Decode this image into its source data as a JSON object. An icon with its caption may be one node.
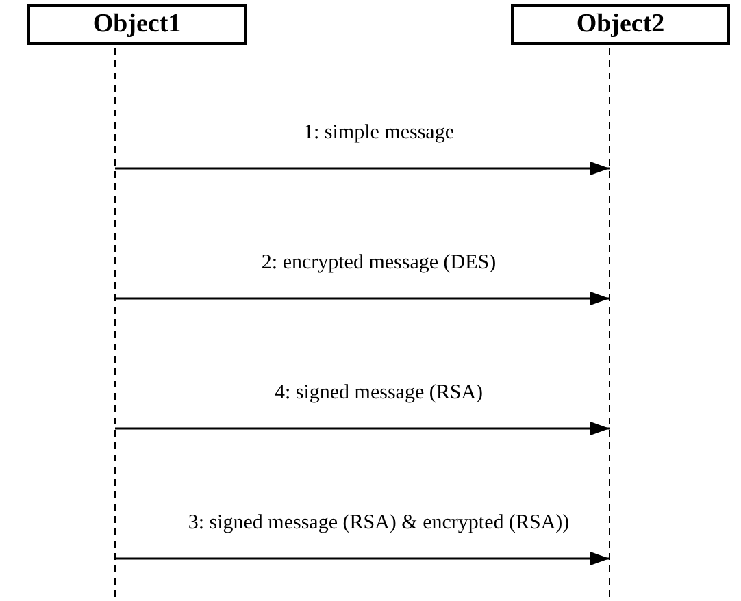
{
  "diagram": {
    "nodes": [
      {
        "text": [
          "Object1"
        ]
      },
      {
        "text": [
          "Object2"
        ]
      }
    ],
    "edges": [
      {
        "from": 0,
        "to": 1,
        "arrow": "to",
        "label": "1: simple message"
      },
      {
        "from": 0,
        "to": 1,
        "arrow": "to",
        "label": "2: encrypted message (DES)"
      },
      {
        "from": 0,
        "to": 1,
        "arrow": "to",
        "label": "4: signed message (RSA)"
      },
      {
        "from": 0,
        "to": 1,
        "arrow": "to",
        "label": "3: signed message (RSA) & encrypted (RSA))"
      }
    ]
  }
}
